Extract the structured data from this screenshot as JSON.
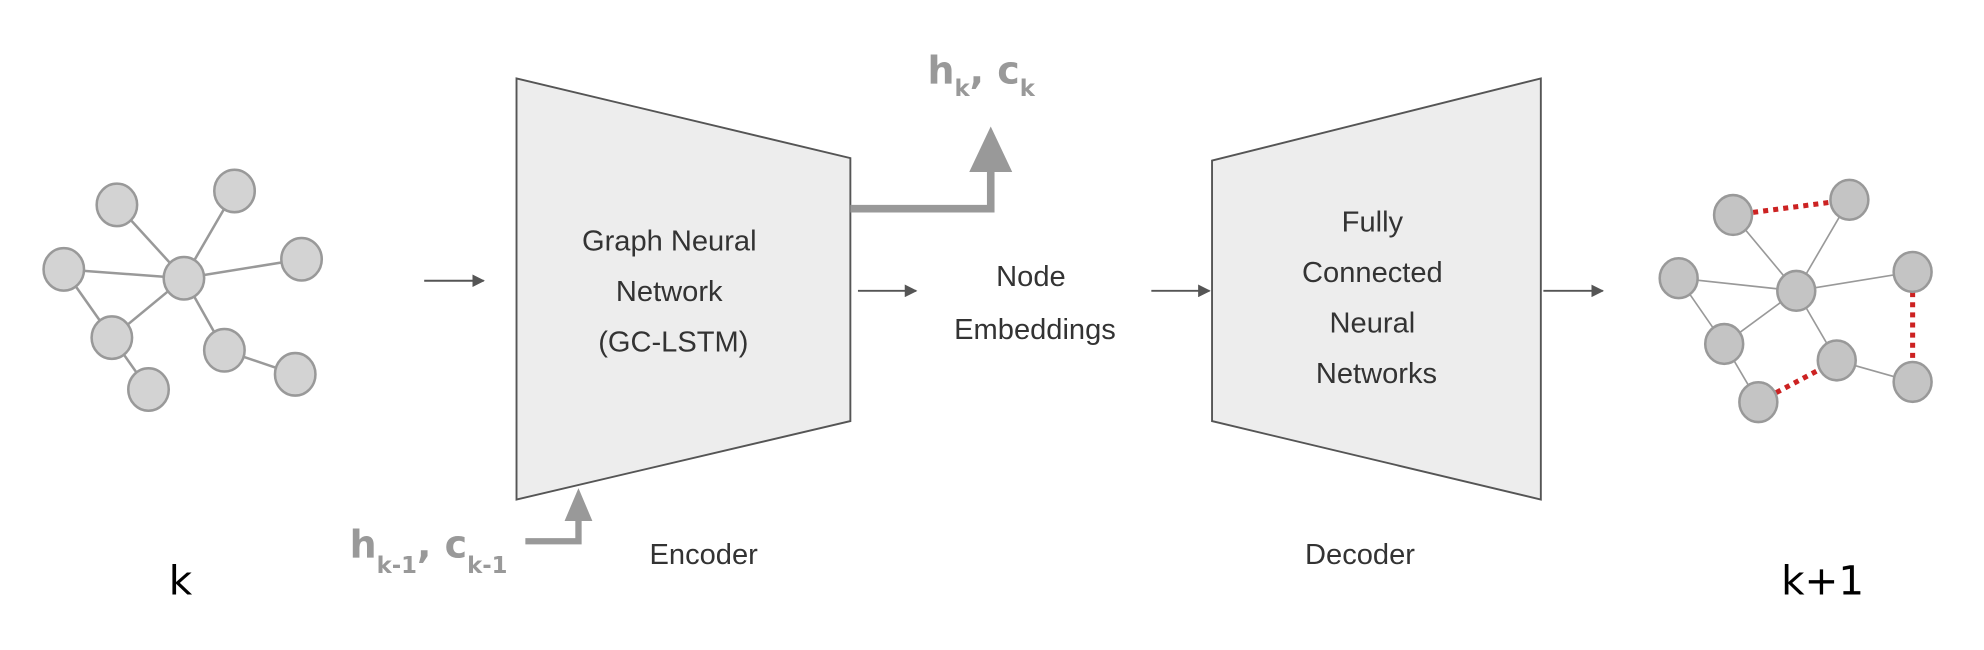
{
  "colors": {
    "block_fill": "#ededed",
    "node_fill": "#d3d3d3",
    "state_arrow": "#999999",
    "predicted_edge": "#cc2222"
  },
  "input_graph": {
    "label": "k"
  },
  "output_graph": {
    "label": "k+1"
  },
  "encoder": {
    "lines": [
      "Graph Neural",
      "Network",
      "(GC-LSTM)"
    ],
    "caption": "Encoder"
  },
  "decoder": {
    "lines": [
      "Fully",
      "Connected",
      "Neural",
      "Networks"
    ],
    "caption": "Decoder"
  },
  "embeddings": {
    "lines": [
      "Node",
      "Embeddings"
    ]
  },
  "state_out": {
    "h": "h",
    "h_sub": "k",
    "sep": ", ",
    "c": "c",
    "c_sub": "k"
  },
  "state_in": {
    "h": "h",
    "h_sub": "k-1",
    "sep": ", ",
    "c": "c",
    "c_sub": "k-1"
  }
}
